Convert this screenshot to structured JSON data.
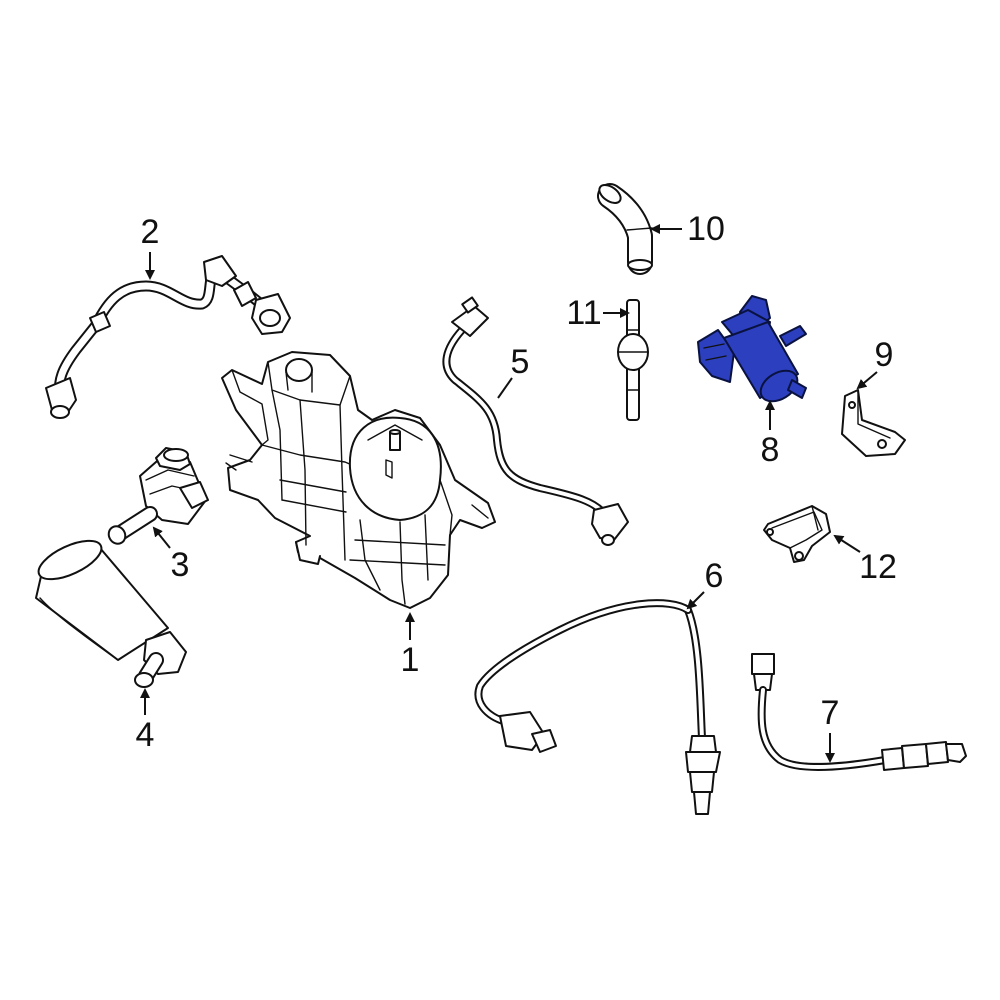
{
  "diagram": {
    "line_color": "#111111",
    "highlight_color": "#2b3fbf",
    "highlighted_part": "8",
    "callouts": [
      {
        "label": "1"
      },
      {
        "label": "2"
      },
      {
        "label": "3"
      },
      {
        "label": "4"
      },
      {
        "label": "5"
      },
      {
        "label": "6"
      },
      {
        "label": "7"
      },
      {
        "label": "8"
      },
      {
        "label": "9"
      },
      {
        "label": "10"
      },
      {
        "label": "11"
      },
      {
        "label": "12"
      }
    ]
  }
}
